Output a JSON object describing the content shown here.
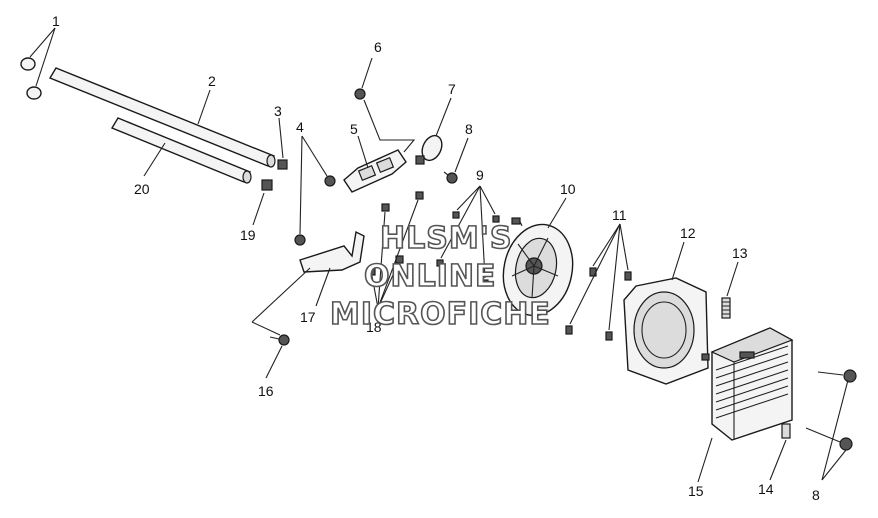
{
  "diagram": {
    "callouts": [
      "1",
      "2",
      "3",
      "4",
      "5",
      "6",
      "7",
      "8",
      "9",
      "10",
      "11",
      "12",
      "13",
      "14",
      "15",
      "16",
      "17",
      "18",
      "19",
      "20",
      "8"
    ]
  },
  "watermark": {
    "line1": "HLSM'S",
    "line2": "ONLINE",
    "line3": "MICROFICHE"
  }
}
